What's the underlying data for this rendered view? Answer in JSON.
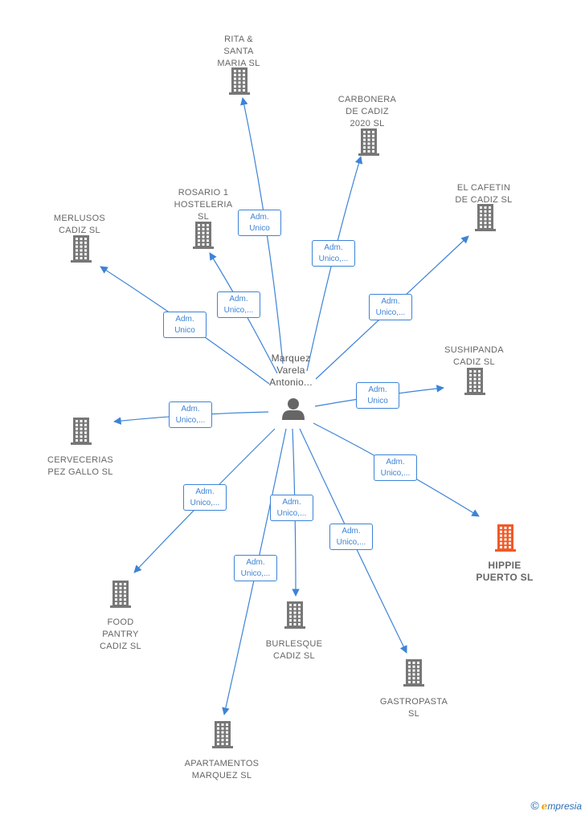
{
  "center": {
    "label": "Marquez\nVarela\nAntonio..."
  },
  "nodes": [
    {
      "id": "rita",
      "label": "RITA &\nSANTA\nMARIA  SL"
    },
    {
      "id": "carbonera",
      "label": "CARBONERA\nDE CADIZ\n2020  SL"
    },
    {
      "id": "cafetin",
      "label": "EL CAFETIN\nDE CADIZ  SL"
    },
    {
      "id": "rosario",
      "label": "ROSARIO 1\nHOSTELERIA\nSL"
    },
    {
      "id": "merlusos",
      "label": "MERLUSOS\nCADIZ  SL"
    },
    {
      "id": "sushipanda",
      "label": "SUSHIPANDA\nCADIZ  SL"
    },
    {
      "id": "cervecerias",
      "label": "CERVECERIAS\nPEZ GALLO  SL"
    },
    {
      "id": "hippie",
      "label": "HIPPIE\nPUERTO  SL",
      "highlight": true
    },
    {
      "id": "food",
      "label": "FOOD\nPANTRY\nCADIZ  SL"
    },
    {
      "id": "burlesque",
      "label": "BURLESQUE\nCADIZ  SL"
    },
    {
      "id": "gastropasta",
      "label": "GASTROPASTA\nSL"
    },
    {
      "id": "apartamentos",
      "label": "APARTAMENTOS\nMARQUEZ  SL"
    }
  ],
  "edges": [
    {
      "target": "rita",
      "label": "Adm.\nUnico"
    },
    {
      "target": "carbonera",
      "label": "Adm.\nUnico,..."
    },
    {
      "target": "cafetin",
      "label": "Adm.\nUnico,..."
    },
    {
      "target": "rosario",
      "label": "Adm.\nUnico,..."
    },
    {
      "target": "merlusos",
      "label": "Adm.\nUnico"
    },
    {
      "target": "sushipanda",
      "label": "Adm.\nUnico"
    },
    {
      "target": "cervecerias",
      "label": "Adm.\nUnico,..."
    },
    {
      "target": "hippie",
      "label": "Adm.\nUnico,..."
    },
    {
      "target": "food",
      "label": "Adm.\nUnico,..."
    },
    {
      "target": "burlesque",
      "label": "Adm.\nUnico,..."
    },
    {
      "target": "gastropasta",
      "label": "Adm.\nUnico,..."
    },
    {
      "target": "apartamentos",
      "label": "Adm.\nUnico,..."
    }
  ],
  "colors": {
    "edge": "#3d83d6",
    "building": "#777777",
    "building_highlight": "#f05a28",
    "person": "#666666"
  },
  "footer": {
    "copyright": "©",
    "brand_initial": "e",
    "brand_rest": "mpresia"
  }
}
